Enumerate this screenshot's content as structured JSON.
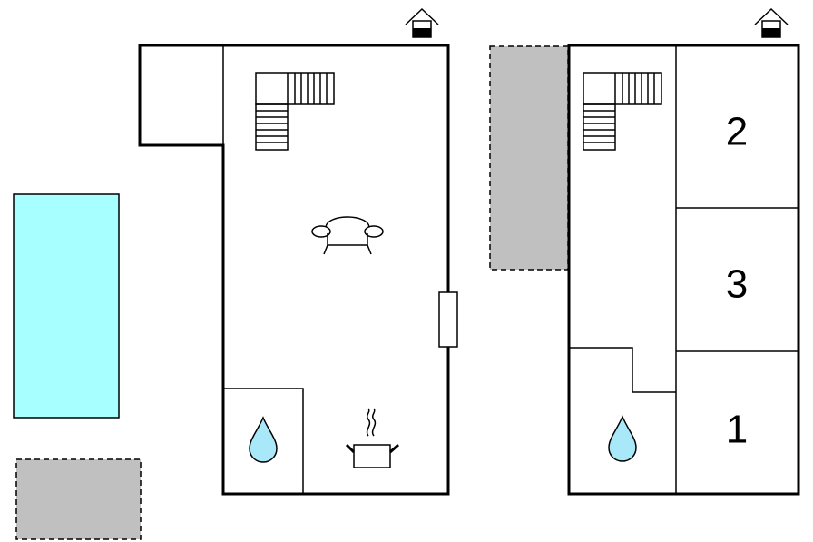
{
  "colors": {
    "pool": "#a8ffff",
    "terrace": "#c0c0c0",
    "water_drop": "#a8e8f8",
    "wall": "#000000",
    "background": "#ffffff"
  },
  "icons": {
    "entrance": "house-entrance-icon",
    "stairs": "staircase-icon",
    "sofa": "sofa-icon",
    "bathroom": "water-drop-icon",
    "kitchen": "cooking-pot-icon",
    "door": "door-icon"
  },
  "rooms": [
    {
      "label": "2"
    },
    {
      "label": "3"
    },
    {
      "label": "1"
    }
  ]
}
